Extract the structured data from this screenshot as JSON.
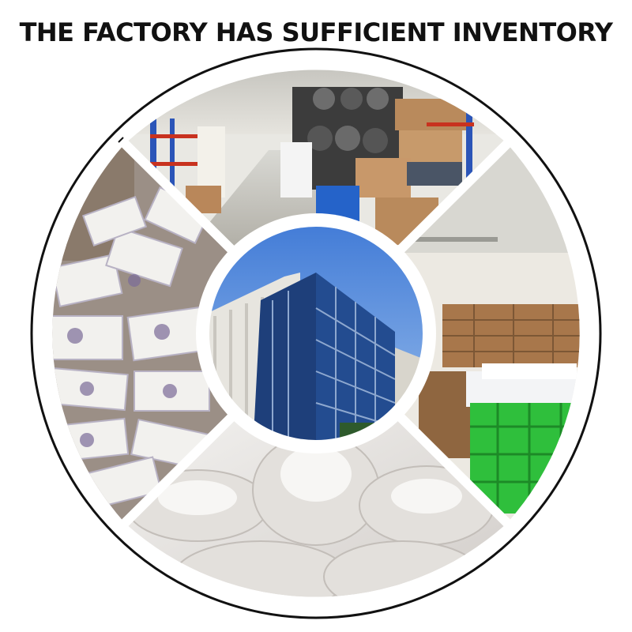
{
  "title": "THE FACTORY HAS SUFFICIENT INVENTORY",
  "segments": [
    {
      "name": "warehouse-racks",
      "subject": "warehouse aisle with fabric rolls and cartons on racks"
    },
    {
      "name": "packaged-products",
      "subject": "pile of boxed packaged products"
    },
    {
      "name": "cartons-crates",
      "subject": "stacked cartons, folded textiles and green plastic crates"
    },
    {
      "name": "white-fabric",
      "subject": "close-up of white fabric bundles"
    }
  ],
  "center": {
    "name": "factory-building",
    "subject": "glass-fronted factory building under blue sky"
  },
  "colors": {
    "divider": "#ffffff",
    "outline": "#111111",
    "sky": "#5b8fd8",
    "crate_green": "#2fbf3c",
    "cardboard": "#b9875a"
  }
}
